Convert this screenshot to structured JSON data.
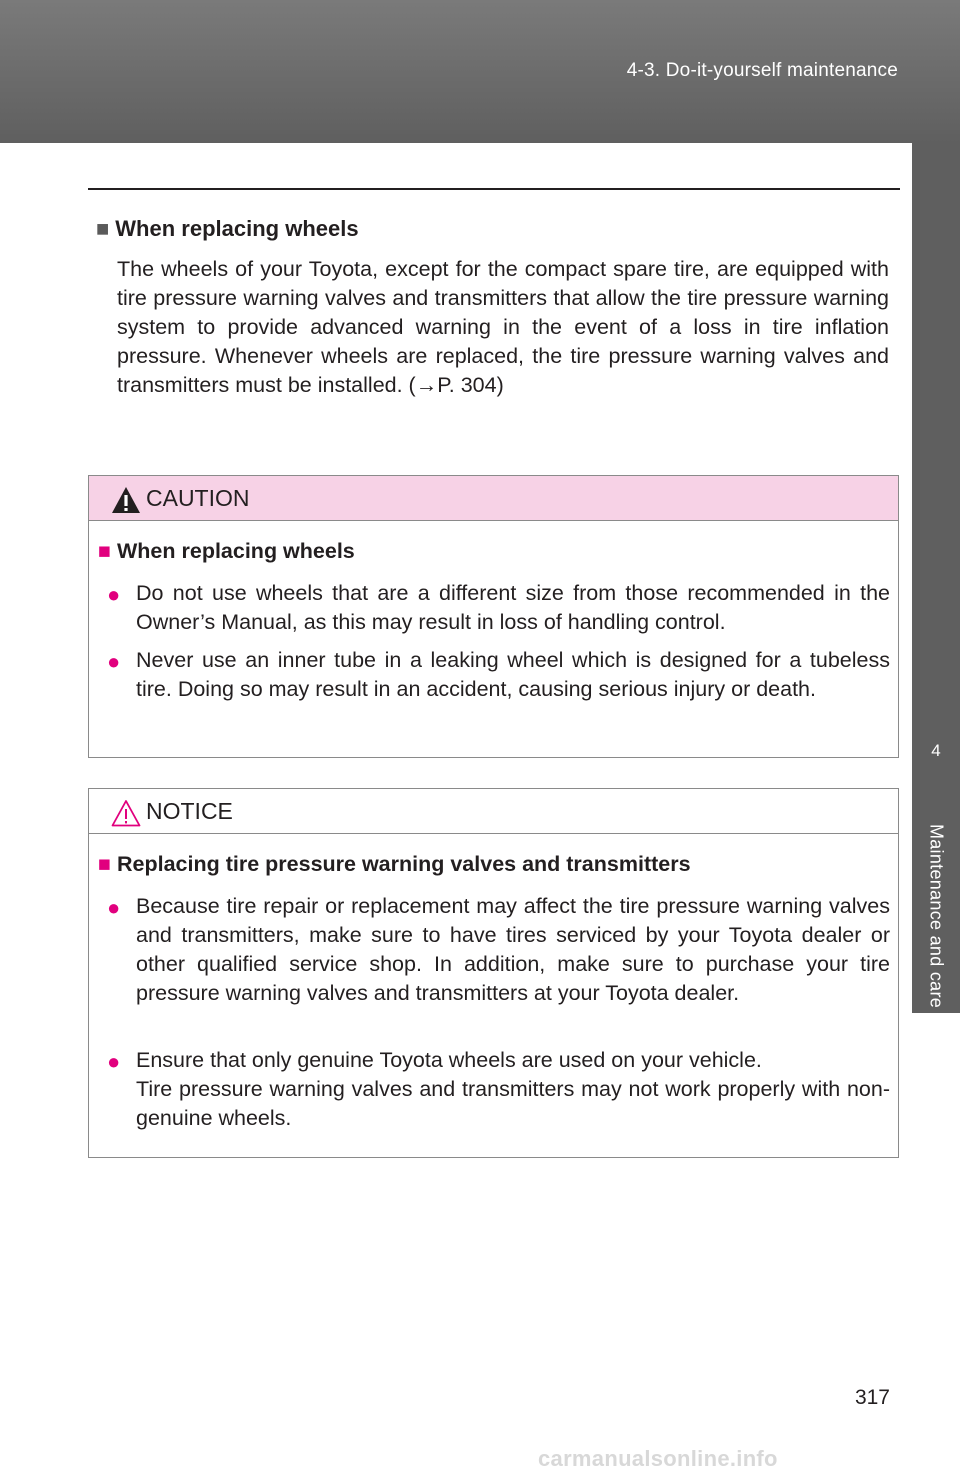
{
  "header": {
    "title": "4-3. Do-it-yourself maintenance"
  },
  "side_tab": {
    "number": "4",
    "label": "Maintenance and care"
  },
  "page_number": "317",
  "section": {
    "heading": "When replacing wheels",
    "body": "The wheels of your Toyota, except for the compact spare tire, are equipped with tire pressure warning valves and transmitters that allow the tire pressure warning system to provide advanced warning in the event of a loss in tire inflation pressure. Whenever wheels are replaced, the tire pressure warning valves and transmitters must be installed. (→P. 304)"
  },
  "caution": {
    "title": "CAUTION",
    "heading": "When replacing wheels",
    "items": [
      "Do not use wheels that are a different size from those recommended in the Owner’s Manual, as this may result in loss of handling control.",
      "Never use an inner tube in a leaking wheel which is designed for a tubeless tire. Doing so may result in an accident, causing serious injury or death."
    ]
  },
  "notice": {
    "title": "NOTICE",
    "heading": "Replacing tire pressure warning valves and transmitters",
    "items": [
      "Because tire repair or replacement may affect the tire pressure warning valves and transmitters, make sure to have tires serviced by your Toyota dealer or other qualified service shop. In addition, make sure to purchase your tire pressure warning valves and transmitters at your Toyota dealer.",
      "Ensure that only genuine Toyota wheels are used on your vehicle.",
      "Tire pressure warning valves and transmitters may not work properly with non-genuine wheels."
    ]
  },
  "watermark": "carmanualsonline.info",
  "colors": {
    "header_bg": "#6b6b6b",
    "caution_header_bg": "#f7d2e6",
    "bullet_accent": "#e1007e"
  }
}
